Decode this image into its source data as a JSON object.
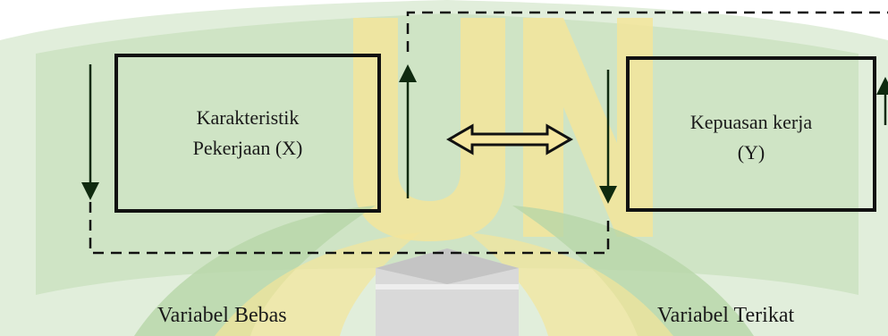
{
  "diagram": {
    "box_x": {
      "label": "Karakteristik\nPekerjaan (X)"
    },
    "box_y": {
      "label": "Kepuasan kerja\n(Y)"
    },
    "label_independent": "Variabel Bebas",
    "label_dependent": "Variabel Terikat"
  },
  "colors": {
    "line": "#111111",
    "arrow_dark": "#0f2a0f",
    "watermark_green": "#bcd9b0",
    "watermark_yellow": "#f6e7a0",
    "watermark_gray": "#d8d8d8"
  }
}
